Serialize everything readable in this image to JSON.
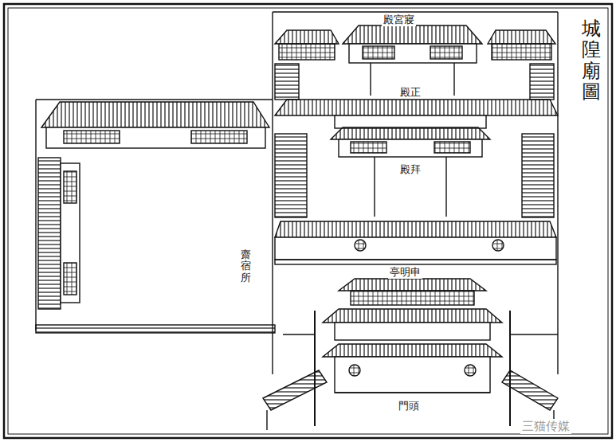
{
  "diagram": {
    "title": "城隍廟圖",
    "labels": [
      "殿宮寢",
      "殿正",
      "殿拜",
      "亭明申",
      "齋宿所",
      "門頭",
      "三猫传媒"
    ]
  }
}
